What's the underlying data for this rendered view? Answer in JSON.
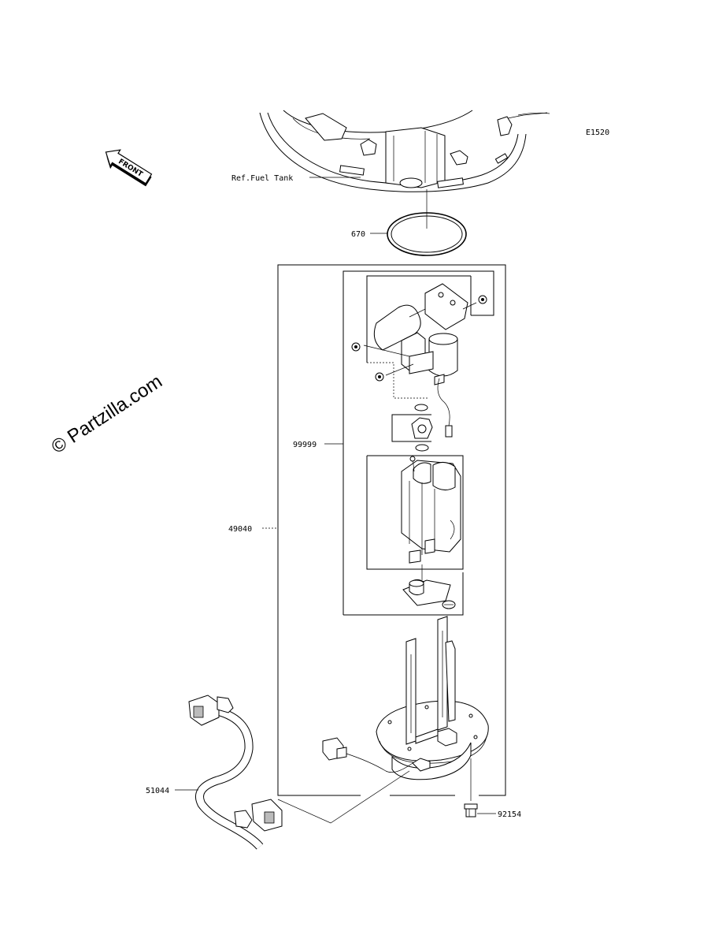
{
  "diagram_code": "E1520",
  "front_label": "FRONT",
  "watermark": "© Partzilla.com",
  "callouts": {
    "fuel_tank": "Ref.Fuel Tank",
    "gasket": "670",
    "assembly_inner": "99999",
    "pump_assembly": "49040",
    "hose": "51044",
    "bolt": "92154"
  }
}
